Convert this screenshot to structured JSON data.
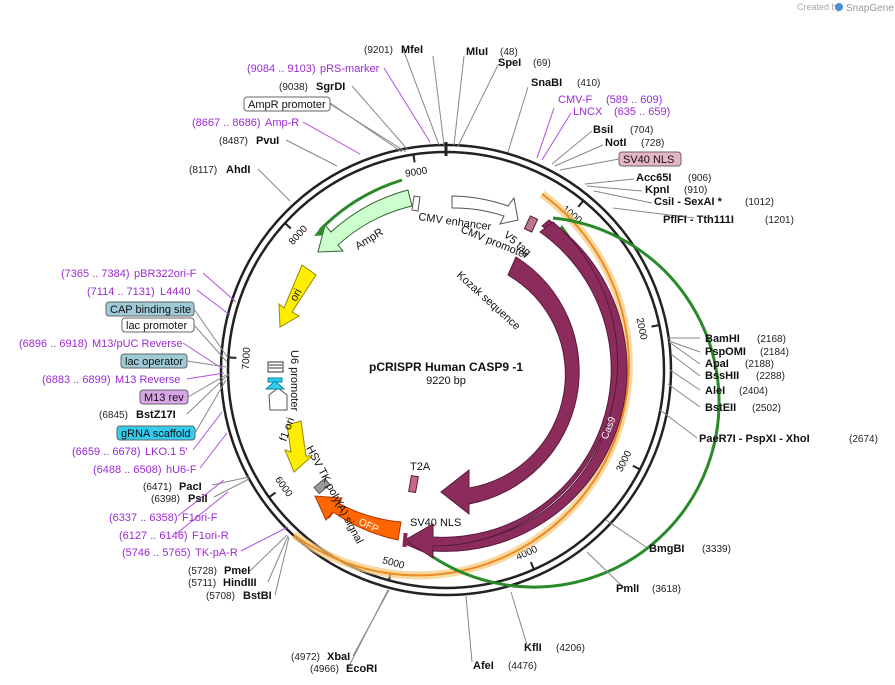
{
  "credit": {
    "created_by": "Created by",
    "brand": "SnapGene"
  },
  "plasmid": {
    "name": "pCRISPR Human CASP9 -1",
    "length": 9220,
    "size_label": "9220 bp"
  },
  "ring_ticks": [
    {
      "pos": 1000,
      "label": "1000"
    },
    {
      "pos": 2000,
      "label": "2000"
    },
    {
      "pos": 3000,
      "label": "3000"
    },
    {
      "pos": 4000,
      "label": "4000"
    },
    {
      "pos": 5000,
      "label": "5000"
    },
    {
      "pos": 6000,
      "label": "6000"
    },
    {
      "pos": 7000,
      "label": "7000"
    },
    {
      "pos": 8000,
      "label": "8000"
    },
    {
      "pos": 9000,
      "label": "9000"
    }
  ],
  "enzymes": [
    {
      "name": "MluI",
      "pos": "(48)",
      "site": 48
    },
    {
      "name": "SpeI",
      "pos": "(69)",
      "site": 69
    },
    {
      "name": "SnaBI",
      "pos": "(410)",
      "site": 410
    },
    {
      "name": "BsiI",
      "pos": "(704)",
      "site": 704
    },
    {
      "name": "NotI",
      "pos": "(728)",
      "site": 728
    },
    {
      "name": "Acc65I",
      "pos": "(906)",
      "site": 906
    },
    {
      "name": "KpnI",
      "pos": "(910)",
      "site": 910
    },
    {
      "name": "CsiI - SexAI *",
      "pos": "(1012)",
      "site": 1012
    },
    {
      "name": "PflFI - Tth111I",
      "pos": "(1201)",
      "site": 1201
    },
    {
      "name": "BamHI",
      "pos": "(2168)",
      "site": 2168
    },
    {
      "name": "PspOMI",
      "pos": "(2184)",
      "site": 2184
    },
    {
      "name": "ApaI",
      "pos": "(2188)",
      "site": 2188
    },
    {
      "name": "BssHII",
      "pos": "(2288)",
      "site": 2288
    },
    {
      "name": "AleI",
      "pos": "(2404)",
      "site": 2404
    },
    {
      "name": "BstEII",
      "pos": "(2502)",
      "site": 2502
    },
    {
      "name": "PaeR7I - PspXI - XhoI",
      "pos": "(2674)",
      "site": 2674
    },
    {
      "name": "BmgBI",
      "pos": "(3339)",
      "site": 3339
    },
    {
      "name": "PmlI",
      "pos": "(3618)",
      "site": 3618
    },
    {
      "name": "KflI",
      "pos": "(4206)",
      "site": 4206
    },
    {
      "name": "AfeI",
      "pos": "(4476)",
      "site": 4476
    },
    {
      "name": "XbaI",
      "pos": "(4972)",
      "site": 4972
    },
    {
      "name": "EcoRI",
      "pos": "(4966)",
      "site": 4966
    },
    {
      "name": "BstBI",
      "pos": "(5708)",
      "site": 5708
    },
    {
      "name": "HindIII",
      "pos": "(5711)",
      "site": 5711
    },
    {
      "name": "PmeI",
      "pos": "(5728)",
      "site": 5728
    },
    {
      "name": "PsiI",
      "pos": "(6398)",
      "site": 6398
    },
    {
      "name": "PacI",
      "pos": "(6471)",
      "site": 6471
    },
    {
      "name": "BstZ17I",
      "pos": "(6845)",
      "site": 6845
    },
    {
      "name": "AhdI",
      "pos": "(8117)",
      "site": 8117
    },
    {
      "name": "PvuI",
      "pos": "(8487)",
      "site": 8487
    },
    {
      "name": "SgrDI",
      "pos": "(9038)",
      "site": 9038
    },
    {
      "name": "MfeI",
      "pos": "(9201)",
      "site": 9201
    }
  ],
  "primers": [
    {
      "name": "CMV-F",
      "range": "(589 .. 609)"
    },
    {
      "name": "LNCX",
      "range": "(635 .. 659)"
    },
    {
      "name": "pRS-marker",
      "range": "(9084 .. 9103)"
    },
    {
      "name": "Amp-R",
      "range": "(8667 .. 8686)"
    },
    {
      "name": "pBR322ori-F",
      "range": "(7365 .. 7384)"
    },
    {
      "name": "L4440",
      "range": "(7114 .. 7131)"
    },
    {
      "name": "M13/pUC Reverse",
      "range": "(6896 .. 6918)"
    },
    {
      "name": "M13 Reverse",
      "range": "(6883 .. 6899)"
    },
    {
      "name": "LKO.1 5'",
      "range": "(6659 .. 6678)"
    },
    {
      "name": "hU6-F",
      "range": "(6488 .. 6508)"
    },
    {
      "name": "F1ori-F",
      "range": "(6337 .. 6358)"
    },
    {
      "name": "F1ori-R",
      "range": "(6127 .. 6146)"
    },
    {
      "name": "TK-pA-R",
      "range": "(5746 .. 5765)"
    }
  ],
  "boxed_labels": [
    {
      "name": "AmpR promoter",
      "fill": "#ffffff"
    },
    {
      "name": "SV40 NLS",
      "fill": "#e8b4c8"
    },
    {
      "name": "CAP binding site",
      "fill": "#9ecbd6"
    },
    {
      "name": "lac promoter",
      "fill": "#ffffff"
    },
    {
      "name": "lac operator",
      "fill": "#9ecbd6"
    },
    {
      "name": "M13 rev",
      "fill": "#d9a6e8"
    },
    {
      "name": "gRNA scaffold",
      "fill": "#33ccee"
    }
  ],
  "features": [
    {
      "name": "CMV enhancer",
      "start": 9220,
      "end": 372,
      "color": "#ffffff"
    },
    {
      "name": "CMV promoter",
      "start": 373,
      "end": 576,
      "color": "#ffffff"
    },
    {
      "name": "V5 tag",
      "start": 850,
      "end": 900,
      "color": "#bb7788"
    },
    {
      "name": "Kozak sequence",
      "start": 1000,
      "end": 1010,
      "color": "#8b2252"
    },
    {
      "name": "Cas9",
      "start": 1020,
      "end": 5120,
      "color": "#8b2c5c"
    },
    {
      "name": "Cas9",
      "start": 1020,
      "end": 5120,
      "color": "#8b2c5c"
    },
    {
      "name": "T2A",
      "start": 5150,
      "end": 5210,
      "color": "#cc6688"
    },
    {
      "name": "SV40 NLS",
      "start": 5130,
      "end": 5150,
      "color": "#8b2252"
    },
    {
      "name": "OFP",
      "start": 5240,
      "end": 5920,
      "color": "#ff6600"
    },
    {
      "name": "HSV TK poly(A) signal",
      "start": 5800,
      "end": 5850,
      "color": "#999999"
    },
    {
      "name": "f1 ori",
      "start": 6000,
      "end": 6450,
      "color": "#ffee00"
    },
    {
      "name": "U6 promoter",
      "start": 6550,
      "end": 6800,
      "color": "#ffffff"
    },
    {
      "name": "ori",
      "start": 7380,
      "end": 7960,
      "color": "#ffee00"
    },
    {
      "name": "AmpR",
      "start": 8100,
      "end": 9000,
      "color": "#ccffcc"
    }
  ]
}
